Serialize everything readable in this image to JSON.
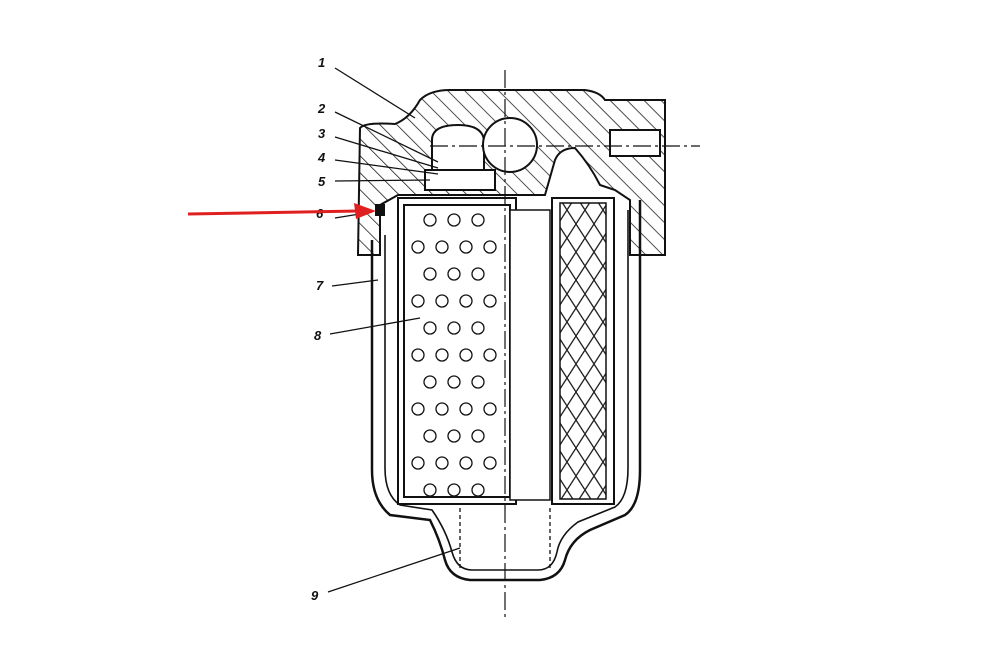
{
  "title": "Fuel filter cross-section",
  "labels": [
    "1",
    "2",
    "3",
    "4",
    "5",
    "6",
    "7",
    "8",
    "9"
  ],
  "colors": {
    "line": "#111111",
    "arrow": "#e02020"
  }
}
